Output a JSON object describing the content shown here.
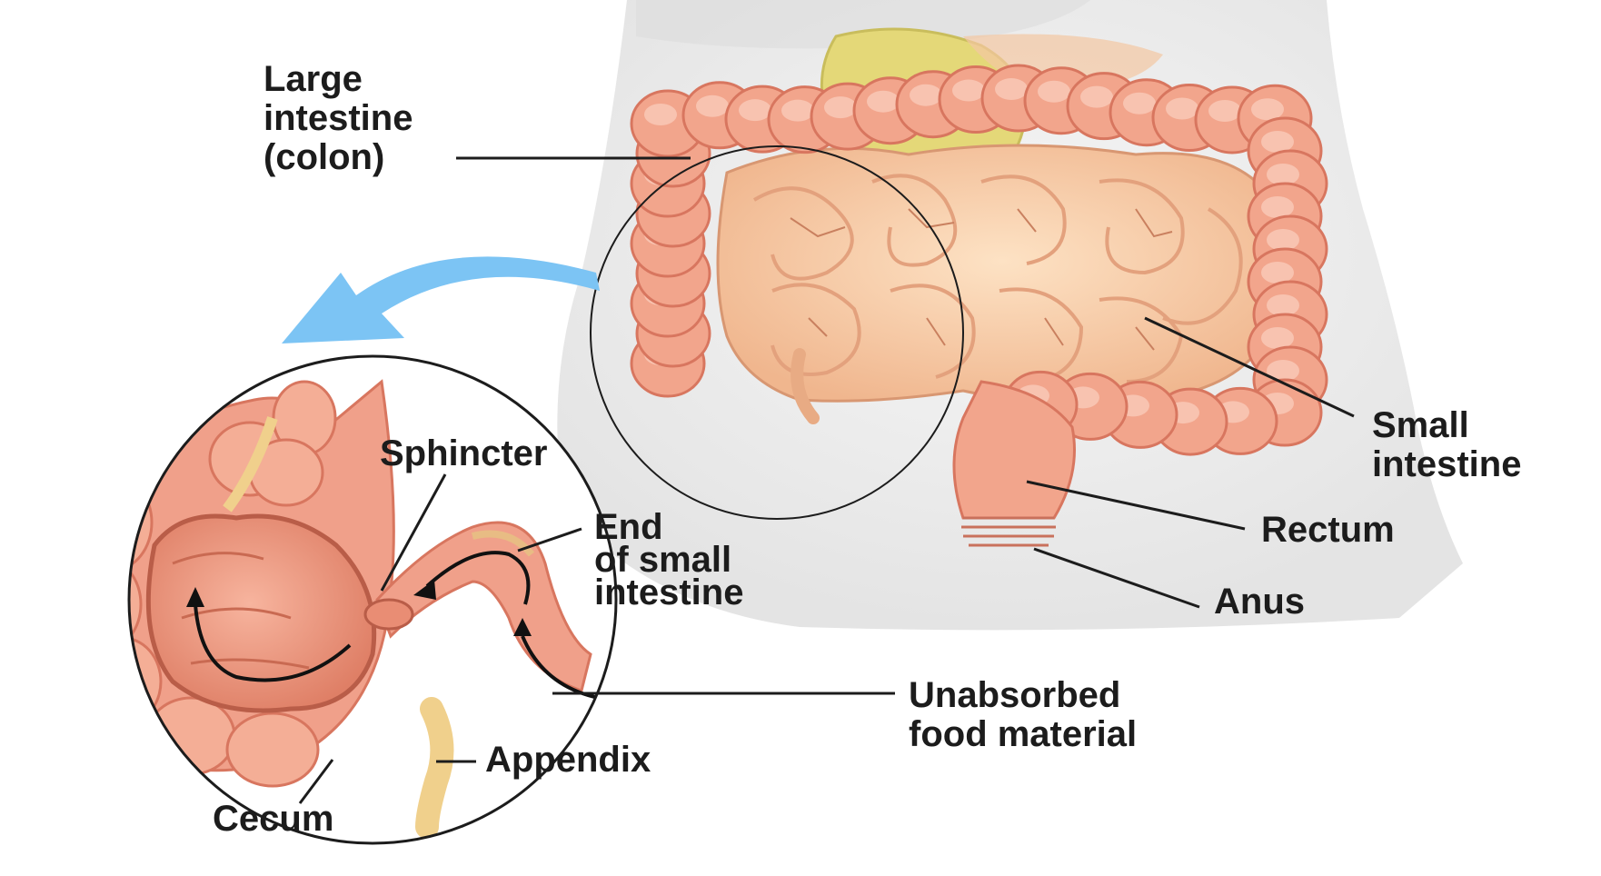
{
  "labels": {
    "large_intestine": [
      "Large",
      "intestine",
      "(colon)"
    ],
    "small_intestine": [
      "Small",
      "intestine"
    ],
    "rectum": "Rectum",
    "anus": "Anus",
    "unabsorbed": [
      "Unabsorbed",
      "food material"
    ],
    "sphincter": "Sphincter",
    "end_small": [
      "End",
      "of small",
      "intestine"
    ],
    "appendix": "Appendix",
    "cecum": "Cecum"
  },
  "colors": {
    "colon": "#f2a58c",
    "colon_shade": "#e07e66",
    "small_intestine": "#f8cda6",
    "small_intestine_vein": "#d88c70",
    "stomach": "#e8dc7c",
    "body": "#eeeeee",
    "arrow": "#7cc4f4",
    "appendix": "#f0d08c",
    "line": "#1c1c1c"
  }
}
